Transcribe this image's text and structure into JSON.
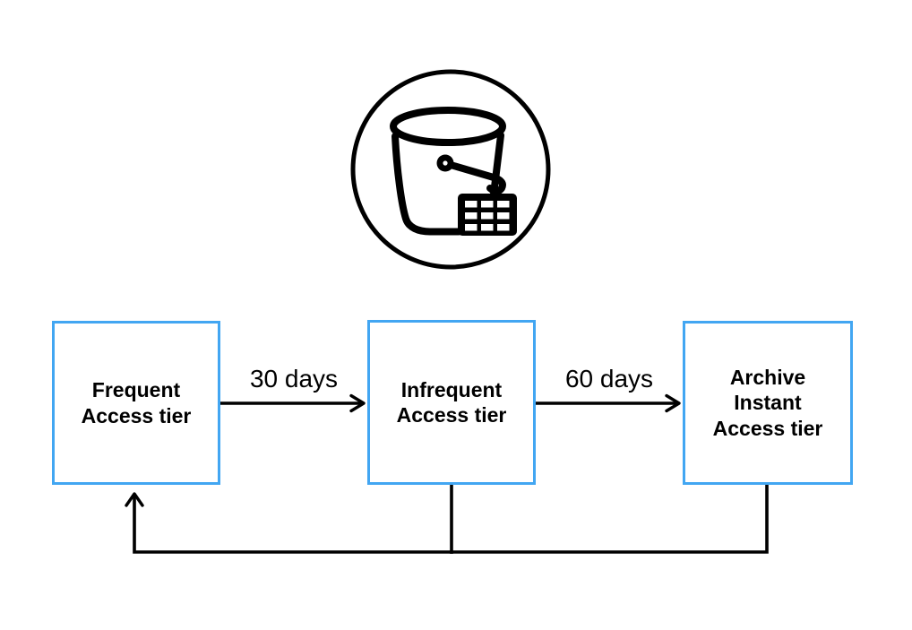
{
  "colors": {
    "background": "#ffffff",
    "box_border": "#42a6f2",
    "line": "#000000",
    "text": "#000000"
  },
  "icon": {
    "name": "s3-bucket-icon"
  },
  "tiers": [
    {
      "label": "Frequent Access tier",
      "lines": [
        "Frequent",
        "Access tier"
      ]
    },
    {
      "label": "Infrequent Access tier",
      "lines": [
        "Infrequent",
        "Access tier"
      ]
    },
    {
      "label": "Archive Instant Access tier",
      "lines": [
        "Archive",
        "Instant",
        "Access tier"
      ]
    }
  ],
  "transitions": [
    {
      "label": "30 days",
      "from_tier": 0,
      "to_tier": 1
    },
    {
      "label": "60 days",
      "from_tier": 1,
      "to_tier": 2
    }
  ],
  "return_path": {
    "from_tiers": [
      1,
      2
    ],
    "to_tier": 0
  }
}
